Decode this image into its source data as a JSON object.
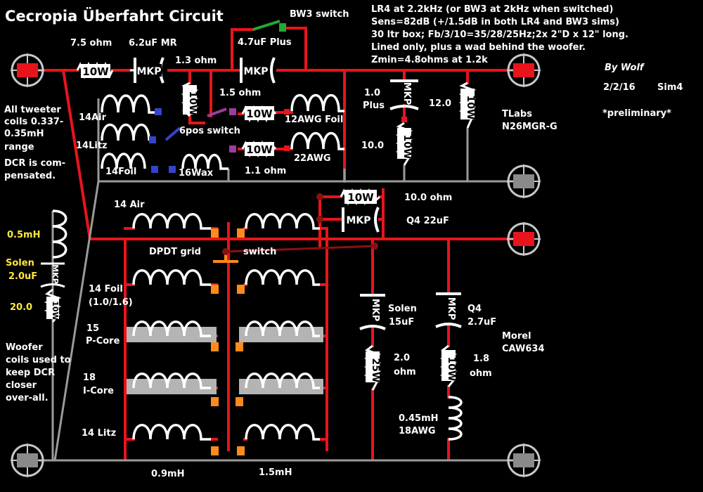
{
  "title": "Cecropia Überfahrt Circuit",
  "author": "By Wolf",
  "date": "2/2/16",
  "sim": "Sim4",
  "status": "*preliminary*",
  "notes": [
    "LR4 at 2.2kHz (or BW3 at 2kHz when switched)",
    "Sens=82dB (+/1.5dB in both LR4 and BW3 sims)",
    "30 ltr box; Fb/3/10=35/28/25Hz;2x 2\"D x 12\" long.",
    "Lined only, plus a wad behind the woofer.",
    "Zmin=4.8ohms at 1.2k"
  ],
  "tweeter": {
    "driver_line1": "TLabs",
    "driver_line2": "N26MGR-G",
    "input_res": "7.5 ohm",
    "input_res_power": "10W",
    "cap1": "6.2uF MR",
    "cap1_type": "MKP",
    "res2": "1.3 ohm",
    "res2_power": "10W",
    "bw3_switch": "BW3 switch",
    "cap_plus": "4.7uF Plus",
    "cap_plus_type": "MKP",
    "res3": "1.5 ohm",
    "res3_power": "10W",
    "res4_power": "10W",
    "res4": "1.1 ohm",
    "switch6": "6pos switch",
    "coil_air": "14Air",
    "coil_litz": "14Litz",
    "coil_foil": "14Foil",
    "coil_wax": "16Wax",
    "coil_12awg": "12AWG Foil",
    "coil_22awg": "22AWG",
    "shunt_cap_val": "1.0",
    "shunt_cap_plus": "Plus",
    "shunt_cap_type": "MKP",
    "shunt_res_val": "10.0",
    "shunt_res_power": "10W",
    "par_res_val": "12.0",
    "par_res_power": "10W"
  },
  "left_note": [
    "All tweeter",
    "coils 0.337-",
    "0.35mH",
    "range",
    "DCR is com-",
    "pensated."
  ],
  "left_net": {
    "coil": "0.5mH",
    "cap_brand": "Solen",
    "cap_val": "2.0uF",
    "cap_type": "MKP",
    "res_val": "20.0",
    "res_power": "10W"
  },
  "woofer_note": [
    "Woofer",
    "coils used to",
    "keep DCR",
    "closer",
    "over-all."
  ],
  "woofer": {
    "driver_line1": "Morel",
    "driver_line2": "CAW634",
    "coil_air": "14 Air",
    "dpdt_a": "DPDT grid",
    "dpdt_b": "switch",
    "coil_foil_a": "14 Foil",
    "coil_foil_b": "(1.0/1.6)",
    "coil_pcore_a": "15",
    "coil_pcore_b": "P-Core",
    "coil_icore_a": "18",
    "coil_icore_b": "I-Core",
    "coil_litz": "14 Litz",
    "value_left": "0.9mH",
    "value_right": "1.5mH",
    "top_res": "10.0 ohm",
    "top_res_power": "10W",
    "top_cap": "Q4 22uF",
    "top_cap_type": "MKP",
    "zobel1_cap_a": "Solen",
    "zobel1_cap_b": "15uF",
    "zobel1_cap_type": "MKP",
    "zobel1_res_a": "2.0",
    "zobel1_res_b": "ohm",
    "zobel1_res_power": "25W",
    "zobel2_cap_a": "Q4",
    "zobel2_cap_b": "2.7uF",
    "zobel2_cap_type": "MKP",
    "zobel2_res_a": "1.8",
    "zobel2_res_b": "ohm",
    "zobel2_res_power": "10W",
    "zobel2_coil_a": "0.45mH",
    "zobel2_coil_b": "18AWG"
  },
  "colors": {
    "background": "#000000",
    "wire": "#e8141c",
    "ground": "#9a9a9a",
    "terminal_positive": "#e8141c",
    "terminal_negative": "#8a8a8a",
    "switch_green": "#22aa33",
    "switch_blue": "#3344cc",
    "switch_purple": "#9b3d9b",
    "dpdt_orange": "#ff8a1c",
    "dpdt_node": "#8b1010",
    "yellow_label": "#ffe93a"
  }
}
